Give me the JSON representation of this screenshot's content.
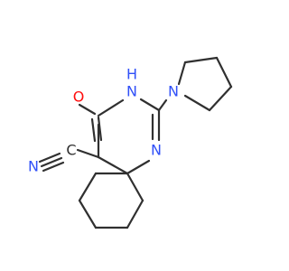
{
  "colors": {
    "bond": "#303030",
    "oxygen": "#ff0d0d",
    "nitrogen": "#3050f8",
    "carbon_label": "#303030",
    "background": "#ffffff"
  },
  "atoms": {
    "oxygen": "O",
    "nh_n": "N",
    "nh_h": "H",
    "pyrrolidine_n": "N",
    "imine_n": "N",
    "nitrile_n": "N",
    "nitrile_c": "C"
  }
}
